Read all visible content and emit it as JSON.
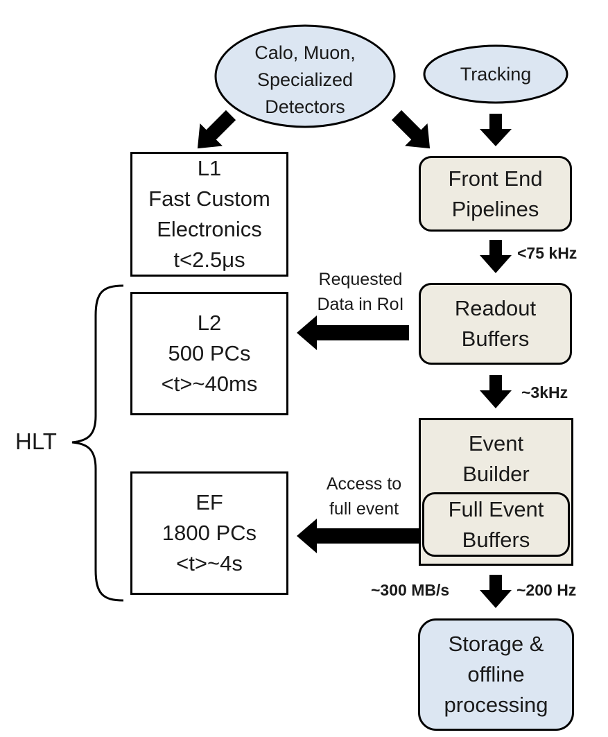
{
  "nodes": {
    "calo": [
      "Calo, Muon,",
      "Specialized",
      "Detectors"
    ],
    "tracking": "Tracking",
    "l1": [
      "L1",
      "Fast Custom",
      "Electronics",
      "t<2.5μs"
    ],
    "frontend": [
      "Front End",
      "Pipelines"
    ],
    "l2": [
      "L2",
      "500 PCs",
      "<t>~40ms"
    ],
    "readout": [
      "Readout",
      "Buffers"
    ],
    "ef": [
      "EF",
      "1800 PCs",
      "<t>~4s"
    ],
    "event_builder": [
      "Event",
      "Builder"
    ],
    "full_event": [
      "Full Event",
      "Buffers"
    ],
    "storage": [
      "Storage &",
      "offline",
      "processing"
    ]
  },
  "labels": {
    "requested": [
      "Requested",
      "Data in RoI"
    ],
    "access": [
      "Access to",
      "full event"
    ],
    "hlt": "HLT"
  },
  "rates": {
    "fe_to_readout": "<75 kHz",
    "readout_to_eb": "~3kHz",
    "eb_bandwidth": "~300 MB/s",
    "eb_to_storage": "~200 Hz"
  }
}
